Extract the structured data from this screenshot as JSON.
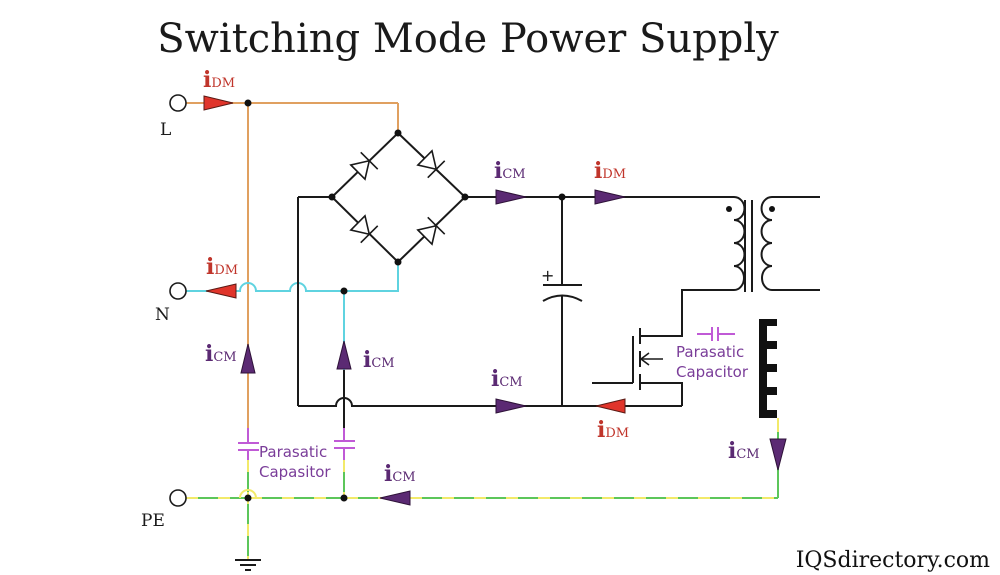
{
  "title": "Switching Mode Power Supply",
  "terminals": {
    "line": "L",
    "neutral": "N",
    "protective_earth": "PE"
  },
  "current_labels": {
    "differential_mode": {
      "main": "i",
      "sub": "DM"
    },
    "common_mode": {
      "main": "i",
      "sub": "CM"
    }
  },
  "annotations": {
    "parasitic_capacitor_y": [
      "Parasatic",
      "Capasitor"
    ],
    "parasitic_capacitor_switch": [
      "Parasatic",
      "Capacitor"
    ],
    "bulk_capacitor_polarity": "+"
  },
  "components": [
    "bridge-rectifier",
    "bulk-electrolytic-capacitor",
    "transformer",
    "mosfet-switch",
    "heatsink",
    "earth-ground"
  ],
  "colors": {
    "line_wire": "#e0a060",
    "neutral_wire": "#5fd3e0",
    "earth_wire_green": "#5cc65a",
    "earth_wire_yellow": "#f2ea6a",
    "parasitic": "#c05ad6",
    "dm_arrow": "#e0352b",
    "cm_arrow": "#5b2a73"
  },
  "brand": "IQSdirectory.com"
}
